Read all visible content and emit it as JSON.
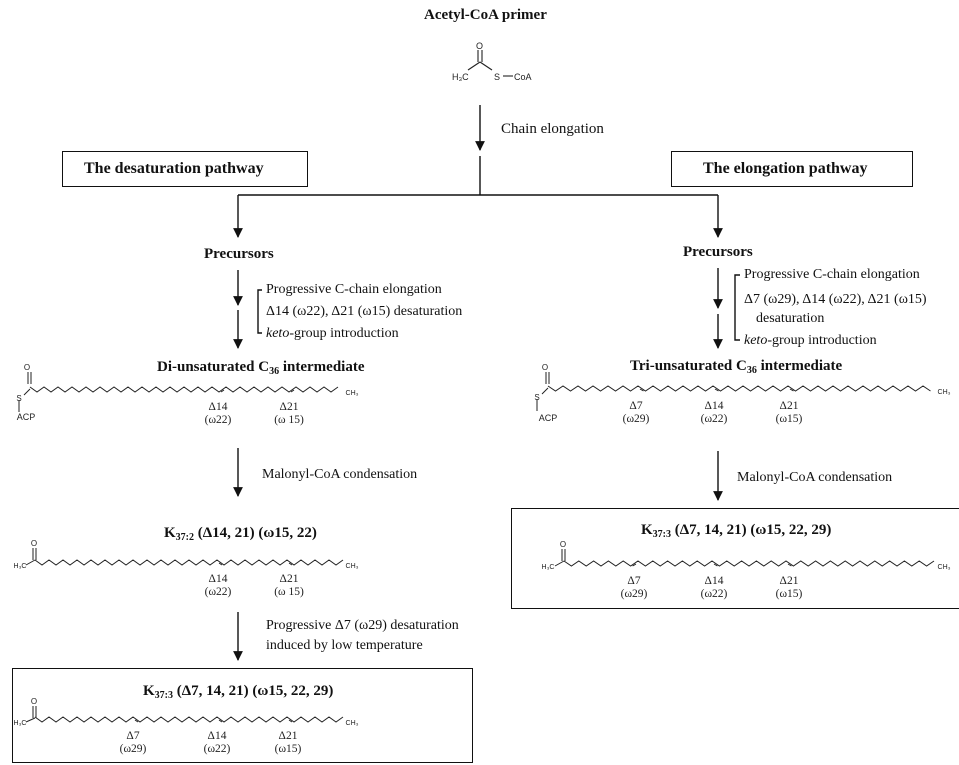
{
  "primer_title": "Acetyl-CoA primer",
  "primer_struct": {
    "o": "O",
    "h3c": "H₃C",
    "s": "S",
    "coa": "CoA"
  },
  "chain_elongation": "Chain elongation",
  "pathways": {
    "desaturation": "The desaturation pathway",
    "elongation": "The elongation pathway"
  },
  "left": {
    "precursors": "Precursors",
    "steps": [
      "Progressive C-chain elongation",
      "Δ14 (ω22), Δ21 (ω15) desaturation"
    ],
    "keto_italic": "keto",
    "keto_rest": "-group introduction",
    "intermediate_pre": "Di-unsaturated C",
    "intermediate_sub": "36",
    "intermediate_post": " intermediate",
    "acp": "ACP",
    "s_atom": "S",
    "o_atom": "O",
    "ch3": "CH₃",
    "h3c": "H₃C",
    "labels1": [
      {
        "d": "Δ14",
        "w": "(ω22)"
      },
      {
        "d": "Δ21",
        "w": "(ω 15)"
      }
    ],
    "condensation": "Malonyl-CoA condensation",
    "k372_pre": "K",
    "k372_sub": "37:2",
    "k372_post": " (Δ14, 21) (ω15, 22)",
    "labels2": [
      {
        "d": "Δ14",
        "w": "(ω22)"
      },
      {
        "d": "Δ21",
        "w": "(ω 15)"
      }
    ],
    "low_temp_1": "Progressive Δ7 (ω29) desaturation",
    "low_temp_2": "induced by low temperature",
    "k373_pre": "K",
    "k373_sub": "37:3",
    "k373_post": " (Δ7, 14, 21) (ω15, 22, 29)",
    "labels3": [
      {
        "d": "Δ7",
        "w": "(ω29)"
      },
      {
        "d": "Δ14",
        "w": "(ω22)"
      },
      {
        "d": "Δ21",
        "w": "(ω15)"
      }
    ]
  },
  "right": {
    "precursors": "Precursors",
    "steps": [
      "Progressive C-chain elongation",
      "Δ7 (ω29), Δ14 (ω22), Δ21 (ω15)",
      "desaturation"
    ],
    "keto_italic": "keto",
    "keto_rest": "-group introduction",
    "intermediate_pre": "Tri-unsaturated C",
    "intermediate_sub": "36",
    "intermediate_post": " intermediate",
    "acp": "ACP",
    "s_atom": "S",
    "o_atom": "O",
    "ch3": "CH₃",
    "h3c": "H₃C",
    "labels1": [
      {
        "d": "Δ7",
        "w": "(ω29)"
      },
      {
        "d": "Δ14",
        "w": "(ω22)"
      },
      {
        "d": "Δ21",
        "w": "(ω15)"
      }
    ],
    "condensation": "Malonyl-CoA condensation",
    "k373_pre": "K",
    "k373_sub": "37:3",
    "k373_post": " (Δ7, 14, 21) (ω15, 22, 29)",
    "labels2": [
      {
        "d": "Δ7",
        "w": "(ω29)"
      },
      {
        "d": "Δ14",
        "w": "(ω22)"
      },
      {
        "d": "Δ21",
        "w": "(ω15)"
      }
    ]
  }
}
